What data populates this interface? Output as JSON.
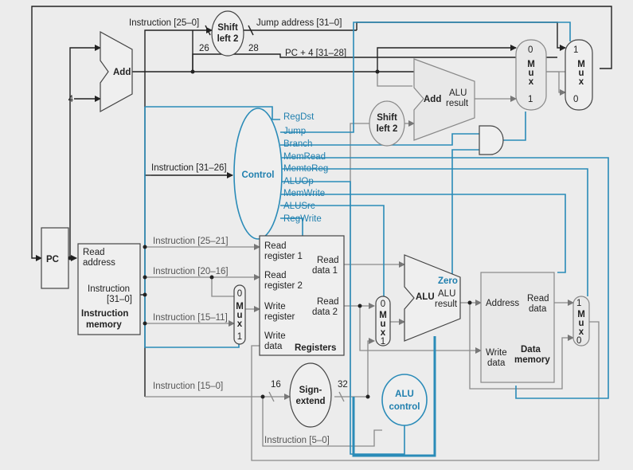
{
  "labels": {
    "instruction_25_0": "Instruction [25–0]",
    "shift_left_2_top_a": "Shift",
    "shift_left_2_top_b": "left 2",
    "jump_address": "Jump address [31–0]",
    "w26": "26",
    "w28": "28",
    "pc_plus_4": "PC + 4 [31–28]",
    "add_pc": "Add",
    "four": "4",
    "instruction_31_26": "Instruction [31–26]",
    "control": "Control",
    "pc": "PC",
    "read_address_a": "Read",
    "read_address_b": "address",
    "instr_31_0_a": "Instruction",
    "instr_31_0_b": "[31–0]",
    "instruction_memory_a": "Instruction",
    "instruction_memory_b": "memory",
    "instruction_25_21": "Instruction [25–21]",
    "instruction_20_16": "Instruction [20–16]",
    "instruction_15_11": "Instruction [15–11]",
    "instruction_15_0": "Instruction [15–0]",
    "instruction_5_0": "Instruction [5–0]",
    "reg_read_register_1_a": "Read",
    "reg_read_register_1_b": "register 1",
    "reg_read_register_2_a": "Read",
    "reg_read_register_2_b": "register 2",
    "reg_write_register_a": "Write",
    "reg_write_register_b": "register",
    "reg_write_data_a": "Write",
    "reg_write_data_b": "data",
    "reg_read_data_1_a": "Read",
    "reg_read_data_1_b": "data 1",
    "reg_read_data_2_a": "Read",
    "reg_read_data_2_b": "data 2",
    "registers": "Registers",
    "w16": "16",
    "w32": "32",
    "sign_extend_a": "Sign-",
    "sign_extend_b": "extend",
    "alu_control_a": "ALU",
    "alu_control_b": "control",
    "alu_main": "ALU",
    "alu_result_a": "ALU",
    "alu_result_b": "result",
    "zero": "Zero",
    "shift_left_2_b_a": "Shift",
    "shift_left_2_b_b": "left 2",
    "add_branch": "Add",
    "add_branch_result_a": "ALU",
    "add_branch_result_b": "result",
    "dm_address": "Address",
    "dm_read_data_a": "Read",
    "dm_read_data_b": "data",
    "dm_write_data_a": "Write",
    "dm_write_data_b": "data",
    "data_memory_a": "Data",
    "data_memory_b": "memory",
    "mux_word": [
      "M",
      "u",
      "x"
    ],
    "mux_0": "0",
    "mux_1": "1"
  },
  "control_signals": [
    "RegDst",
    "Jump",
    "Branch",
    "MemRead",
    "MemtoReg",
    "ALUOp",
    "MemWrite",
    "ALUSrc",
    "RegWrite"
  ],
  "colors": {
    "background": "#ececec",
    "control_blue": "#2a8bb8",
    "datapath_dark": "#222222",
    "datapath_gray": "#8a8a8a"
  }
}
